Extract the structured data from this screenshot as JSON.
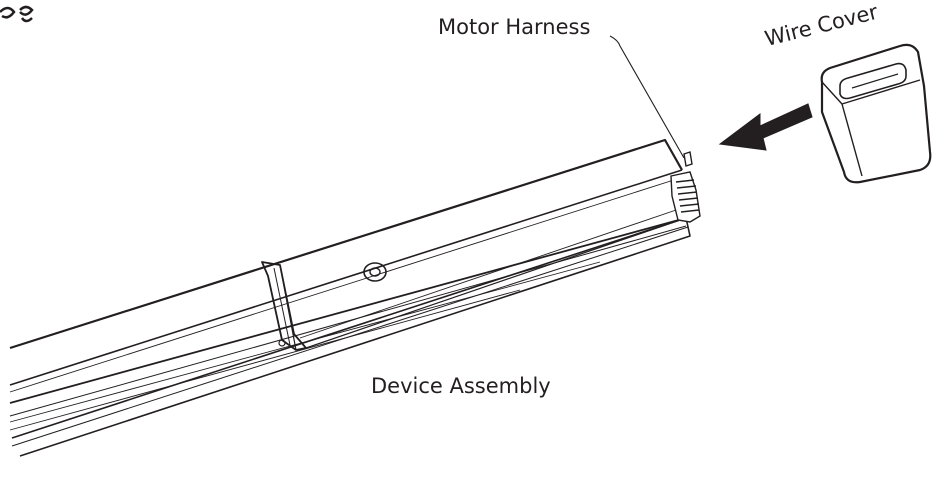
{
  "labels": {
    "motor_harness": "Motor Harness",
    "wire_cover": "Wire Cover",
    "device_assembly": "Device Assembly"
  },
  "colors": {
    "line": "#231f20",
    "fill": "#ffffff"
  }
}
